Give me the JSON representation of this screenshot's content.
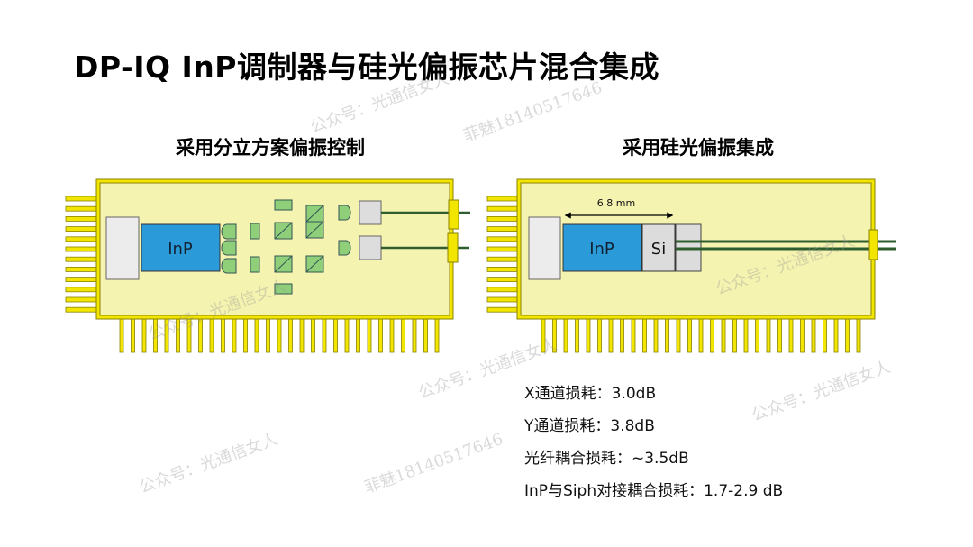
{
  "title": "DP-IQ InP调制器与硅光偏振芯片混合集成",
  "left_panel": {
    "heading": "采用分立方案偏振控制",
    "chip_label": "InP"
  },
  "right_panel": {
    "heading": "采用硅光偏振集成",
    "chip_label": "InP",
    "si_label": "Si",
    "dimension": "6.8 mm"
  },
  "losses": [
    "X通道损耗：3.0dB",
    "Y通道损耗：3.8dB",
    "光纤耦合损耗：~3.5dB",
    "InP与Siph对接耦合损耗：1.7-2.9 dB"
  ],
  "watermarks": [
    "公众号：光通信女人",
    "菲魅18140517646"
  ],
  "colors": {
    "package": "#f4f2a8",
    "pin": "#f2e500",
    "inp": "#2b9ad8",
    "component": "#8fcf7a",
    "fiber": "#2e5e2e"
  }
}
